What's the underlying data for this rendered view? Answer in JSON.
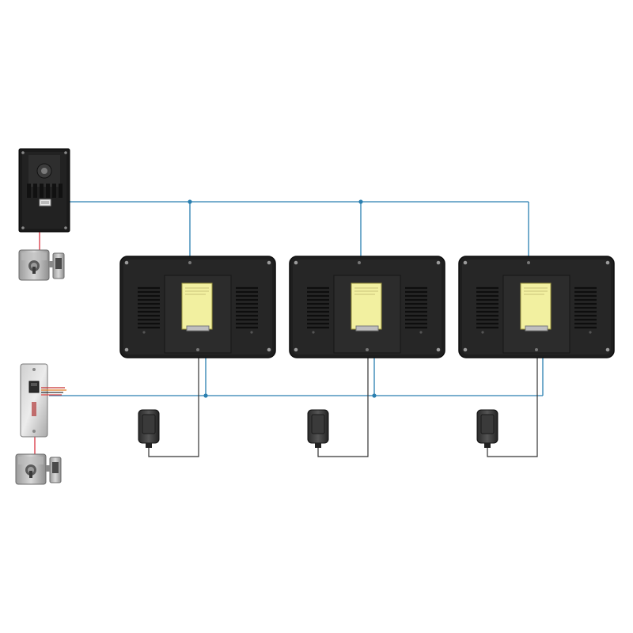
{
  "diagram": {
    "components": [
      {
        "id": "outdoor-panel",
        "kind": "door-camera",
        "icon": "door-camera-icon"
      },
      {
        "id": "lock-1",
        "kind": "electric-lock",
        "icon": "lock-icon"
      },
      {
        "id": "exit-panel",
        "kind": "access-keypad",
        "icon": "keypad-icon"
      },
      {
        "id": "lock-2",
        "kind": "electric-lock",
        "icon": "lock-icon"
      },
      {
        "id": "monitor-1",
        "kind": "indoor-monitor",
        "icon": "monitor-icon"
      },
      {
        "id": "monitor-2",
        "kind": "indoor-monitor",
        "icon": "monitor-icon"
      },
      {
        "id": "monitor-3",
        "kind": "indoor-monitor",
        "icon": "monitor-icon"
      },
      {
        "id": "adapter-1",
        "kind": "power-adapter",
        "icon": "power-adapter-icon"
      },
      {
        "id": "adapter-2",
        "kind": "power-adapter",
        "icon": "power-adapter-icon"
      },
      {
        "id": "adapter-3",
        "kind": "power-adapter",
        "icon": "power-adapter-icon"
      }
    ],
    "connections": [
      {
        "from": "outdoor-panel",
        "to": "monitor-1",
        "color": "#2a7fb0"
      },
      {
        "from": "outdoor-panel",
        "to": "monitor-2",
        "color": "#2a7fb0"
      },
      {
        "from": "outdoor-panel",
        "to": "monitor-3",
        "color": "#2a7fb0"
      },
      {
        "from": "exit-panel",
        "to": "monitor-1",
        "color": "#2a7fb0"
      },
      {
        "from": "exit-panel",
        "to": "monitor-2",
        "color": "#2a7fb0"
      },
      {
        "from": "exit-panel",
        "to": "monitor-3",
        "color": "#2a7fb0"
      },
      {
        "from": "outdoor-panel",
        "to": "lock-1",
        "color": "#d62030"
      },
      {
        "from": "exit-panel",
        "to": "lock-2",
        "color": "#d62030"
      },
      {
        "from": "adapter-1",
        "to": "monitor-1",
        "color": "#333333"
      },
      {
        "from": "adapter-2",
        "to": "monitor-2",
        "color": "#333333"
      },
      {
        "from": "adapter-3",
        "to": "monitor-3",
        "color": "#333333"
      }
    ],
    "colors": {
      "signal_wire": "#2a7fb0",
      "lock_wire": "#d62030",
      "power_wire": "#333333",
      "monitor_body": "#1e1e1e",
      "monitor_label": "#f2f0a0",
      "background": "#ffffff"
    }
  }
}
